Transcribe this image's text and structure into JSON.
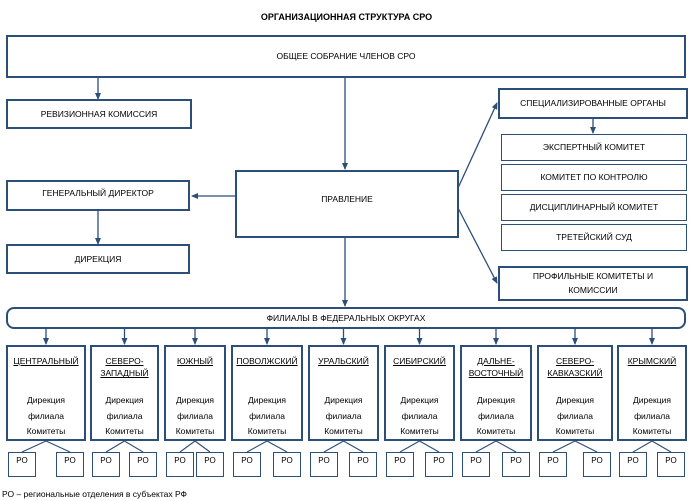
{
  "title": "ОРГАНИЗАЦИОННАЯ СТРУКТУРА СРО",
  "general_meeting": "ОБЩЕЕ СОБРАНИЕ ЧЛЕНОВ СРО",
  "audit_commission": "РЕВИЗИОННАЯ КОМИССИЯ",
  "general_director": "ГЕНЕРАЛЬНЫЙ ДИРЕКТОР",
  "directorate": "ДИРЕКЦИЯ",
  "board": "ПРАВЛЕНИЕ",
  "specialized_bodies": {
    "title": "СПЕЦИАЛИЗИРОВАННЫЕ ОРГАНЫ",
    "items": [
      "ЭКСПЕРТНЫЙ КОМИТЕТ",
      "КОМИТЕТ ПО КОНТРОЛЮ",
      "ДИСЦИПЛИНАРНЫЙ КОМИТЕТ",
      "ТРЕТЕЙСКИЙ СУД"
    ]
  },
  "profile_committees": [
    "ПРОФИЛЬНЫЕ КОМИТЕТЫ И",
    "КОМИССИИ"
  ],
  "branches_header": "ФИЛИАЛЫ В ФЕДЕРАЛЬНЫХ ОКРУГАХ",
  "branches": [
    {
      "name_lines": [
        "ЦЕНТРАЛЬНЫЙ"
      ]
    },
    {
      "name_lines": [
        "СЕВЕРО-",
        "ЗАПАДНЫЙ"
      ]
    },
    {
      "name_lines": [
        "ЮЖНЫЙ"
      ]
    },
    {
      "name_lines": [
        "ПОВОЛЖСКИЙ"
      ]
    },
    {
      "name_lines": [
        "УРАЛЬСКИЙ"
      ]
    },
    {
      "name_lines": [
        "СИБИРСКИЙ"
      ]
    },
    {
      "name_lines": [
        "ДАЛЬНЕ-",
        "ВОСТОЧНЫЙ"
      ]
    },
    {
      "name_lines": [
        "СЕВЕРО-",
        "КАВКАЗСКИЙ"
      ]
    },
    {
      "name_lines": [
        "КРЫМСКИЙ"
      ]
    }
  ],
  "branch_sub_lines": [
    "Дирекция",
    "филиала",
    "Комитеты"
  ],
  "ro_label": "РО",
  "footnote": "РО – региональные отделения в субъектах РФ"
}
